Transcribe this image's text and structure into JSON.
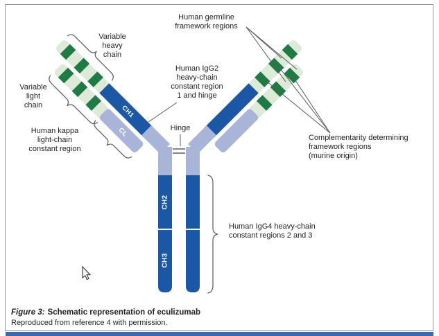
{
  "figure": {
    "caption_prefix": "Figure 3:",
    "caption_text": "Schematic representation of eculizumab",
    "caption_line2": "Reproduced from reference 4 with permission."
  },
  "labels": {
    "variable_heavy_chain": "Variable\nheavy\nchain",
    "human_germline": "Human germline\nframework regions",
    "variable_light_chain": "Variable\nlight\nchain",
    "human_igg2": "Human IgG2\nheavy-chain\nconstant region\n1 and hinge",
    "human_kappa": "Human kappa\nlight-chain\nconstant region",
    "hinge": "Hinge",
    "cdr": "Complementarity determining\nframework regions\n(murine origin)",
    "human_igg4": "Human IgG4 heavy-chain\nconstant regions 2 and 3"
  },
  "domains": {
    "ch1": "CH1",
    "cl": "CL",
    "ch2": "CH2",
    "ch3": "CH3"
  },
  "colors": {
    "constant_blue": "#1a57a4",
    "hinge_lavender": "#a9b5d8",
    "framework_green": "#dcead7",
    "cdr_green": "#1e7b43",
    "line_gray": "#58595b",
    "strip_blue": "#3a68b2",
    "border_gray": "#939598",
    "text_dark": "#231f20"
  }
}
